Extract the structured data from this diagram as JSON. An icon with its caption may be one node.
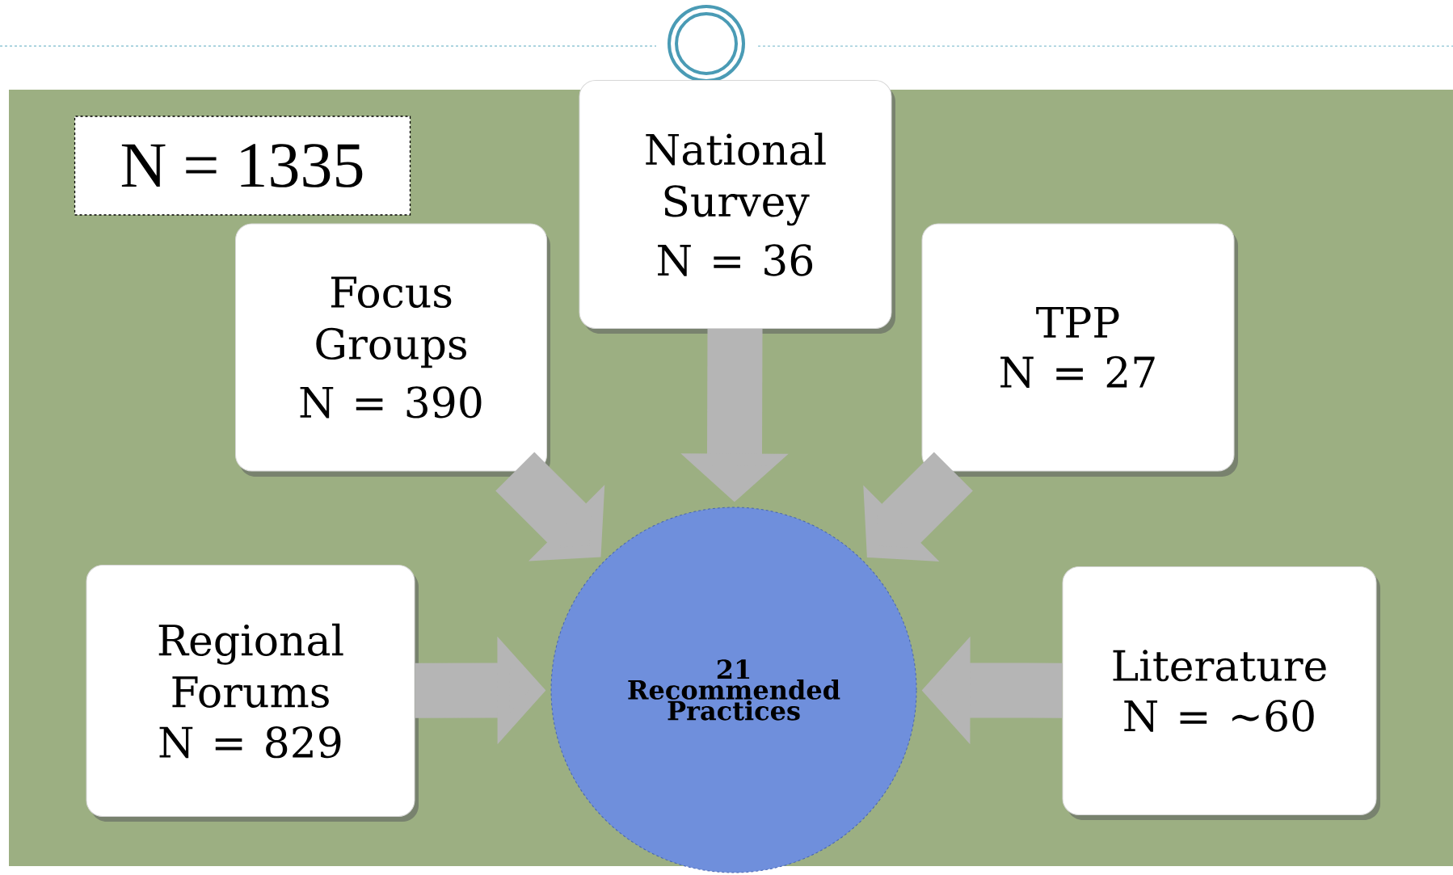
{
  "diagram": {
    "nodes": [
      {
        "text": [
          "N = 1335"
        ]
      },
      {
        "text": [
          "Focus Groups",
          "N = 390"
        ]
      },
      {
        "text": [
          "National Survey",
          "N = 36"
        ]
      },
      {
        "text": [
          "TPP",
          "N = 27"
        ]
      },
      {
        "text": [
          "Regional Forums",
          "N = 829"
        ]
      },
      {
        "text": [
          "Literature",
          "N = ~60"
        ]
      },
      {
        "text": [
          "21 Recommended Practices"
        ]
      }
    ],
    "edges": [
      {
        "from": 1,
        "to": 6,
        "arrow": "to"
      },
      {
        "from": 2,
        "to": 6,
        "arrow": "to"
      },
      {
        "from": 3,
        "to": 6,
        "arrow": "to"
      },
      {
        "from": 4,
        "to": 6,
        "arrow": "to"
      },
      {
        "from": 5,
        "to": 6,
        "arrow": "to"
      }
    ]
  }
}
